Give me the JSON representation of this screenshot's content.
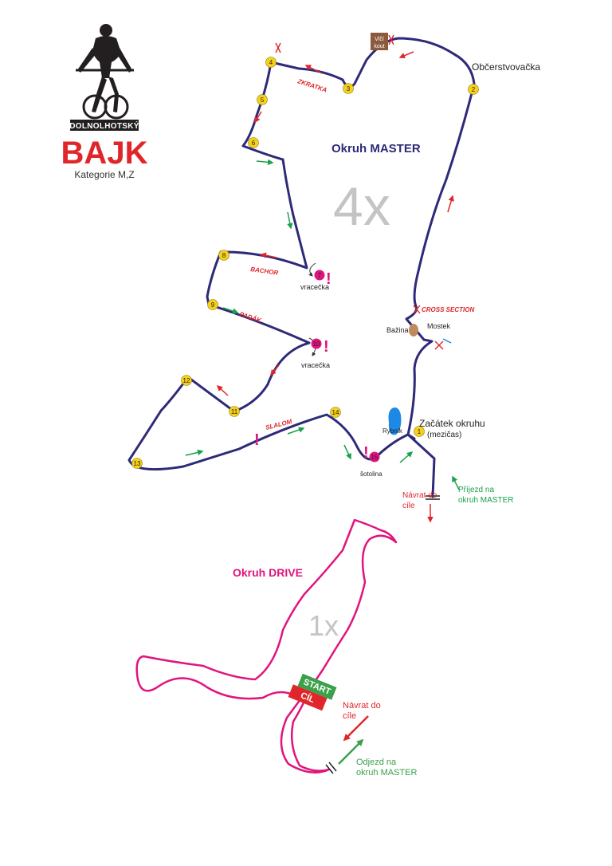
{
  "logo": {
    "line1": "DOLNOLHOTSKÝ",
    "line2": "BAJK",
    "subtitle": "Kategorie M,Z"
  },
  "master": {
    "title": "Okruh MASTER",
    "laps": "4x",
    "checkpoints": [
      "1",
      "2",
      "3",
      "4",
      "5",
      "6",
      "7",
      "8",
      "9",
      "10",
      "11",
      "12",
      "13",
      "14",
      "15"
    ],
    "labels": {
      "refreshment": "Občerstvovačka",
      "wolf_corner_1": "Vlčí",
      "wolf_corner_2": "kout",
      "shortcut": "ZKRATKA",
      "swamp_section": "BACHOR",
      "drop": "PADÁK",
      "slalom": "SLALOM",
      "cross_section": "CROSS SECTION",
      "bridge": "Mostek",
      "swamp": "Bažina",
      "pond": "Rybník",
      "loop_start": "Začátek okruhu",
      "split_time": "(mezičas)",
      "hairpin_1": "vracečka",
      "hairpin_2": "vracečka",
      "rough": "šotolina",
      "return_1": "Návrat do",
      "return_2": "cíle",
      "arrival_1": "Příjezd na",
      "arrival_2": "okruh MASTER",
      "exclaim": "!"
    }
  },
  "drive": {
    "title": "Okruh DRIVE",
    "laps": "1x",
    "start": "START",
    "finish": "CÍL",
    "return_1": "Návrat do",
    "return_2": "cíle",
    "depart_1": "Odjezd na",
    "depart_2": "okruh MASTER"
  },
  "colors": {
    "master_route": "#2e2a78",
    "drive_route": "#e0147e",
    "checkpoint": "#f7d117",
    "special_checkpoint": "#e0147e",
    "direction_green": "#1aa14b",
    "direction_red": "#e0262b",
    "start_green": "#3aa04a",
    "finish_red": "#e0262b",
    "lap_gray": "#c4c4c4",
    "pond_blue": "#1e88e5"
  }
}
